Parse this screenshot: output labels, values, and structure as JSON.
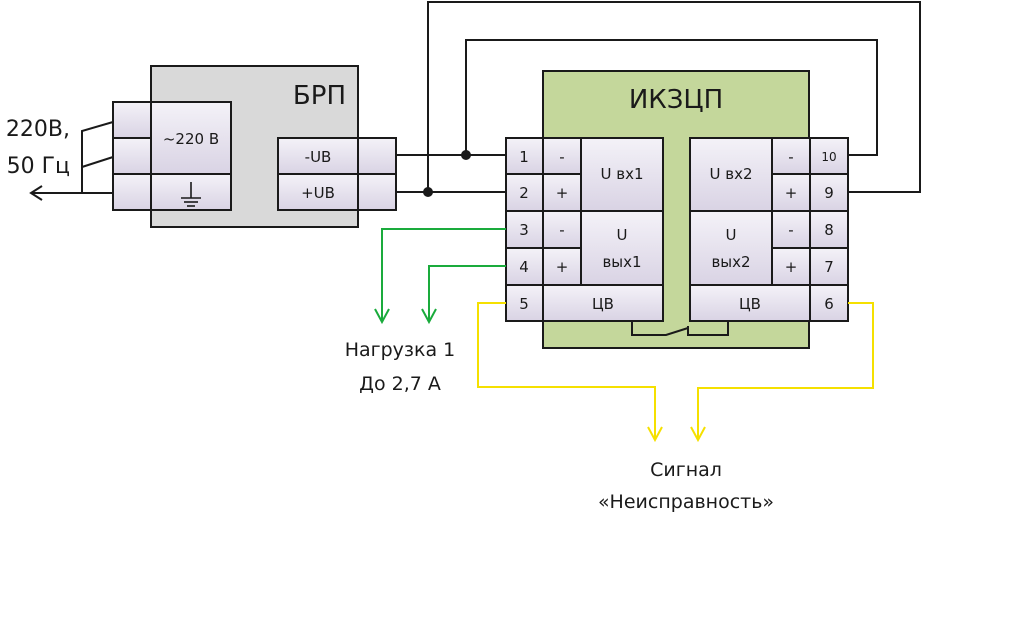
{
  "colors": {
    "brp_fill": "#d9d9d9",
    "ikzcp_fill": "#c4d79b",
    "terminal_fill_top": "#f2f0f7",
    "terminal_fill_bottom": "#dcd6e6",
    "wire_black": "#000000",
    "wire_green": "#1aab3c",
    "wire_yellow": "#f5e000"
  },
  "mains": {
    "label_line1": "220В,",
    "label_line2": "50 Гц"
  },
  "brp": {
    "title": "БРП",
    "input_label": "~220 В",
    "ground_symbol": "ground-icon",
    "out_minus": "-UB",
    "out_plus": "+UB"
  },
  "ikzcp": {
    "title": "ИКЗЦП",
    "left": {
      "pins": [
        "1",
        "2",
        "3",
        "4",
        "5"
      ],
      "polarity": [
        "-",
        "+",
        "-",
        "+"
      ],
      "in_label": "U вх1",
      "out_label_line1": "U",
      "out_label_line2": "вых1",
      "cv_label": "ЦВ"
    },
    "right": {
      "pins": [
        "10",
        "9",
        "8",
        "7",
        "6"
      ],
      "polarity": [
        "-",
        "+",
        "-",
        "+"
      ],
      "in_label": "U вх2",
      "out_label_line1": "U",
      "out_label_line2": "вых2",
      "cv_label": "ЦВ"
    }
  },
  "load": {
    "line1": "Нагрузка 1",
    "line2": "До 2,7 А"
  },
  "fault_signal": {
    "line1": "Сигнал",
    "line2": "«Неисправность»"
  }
}
